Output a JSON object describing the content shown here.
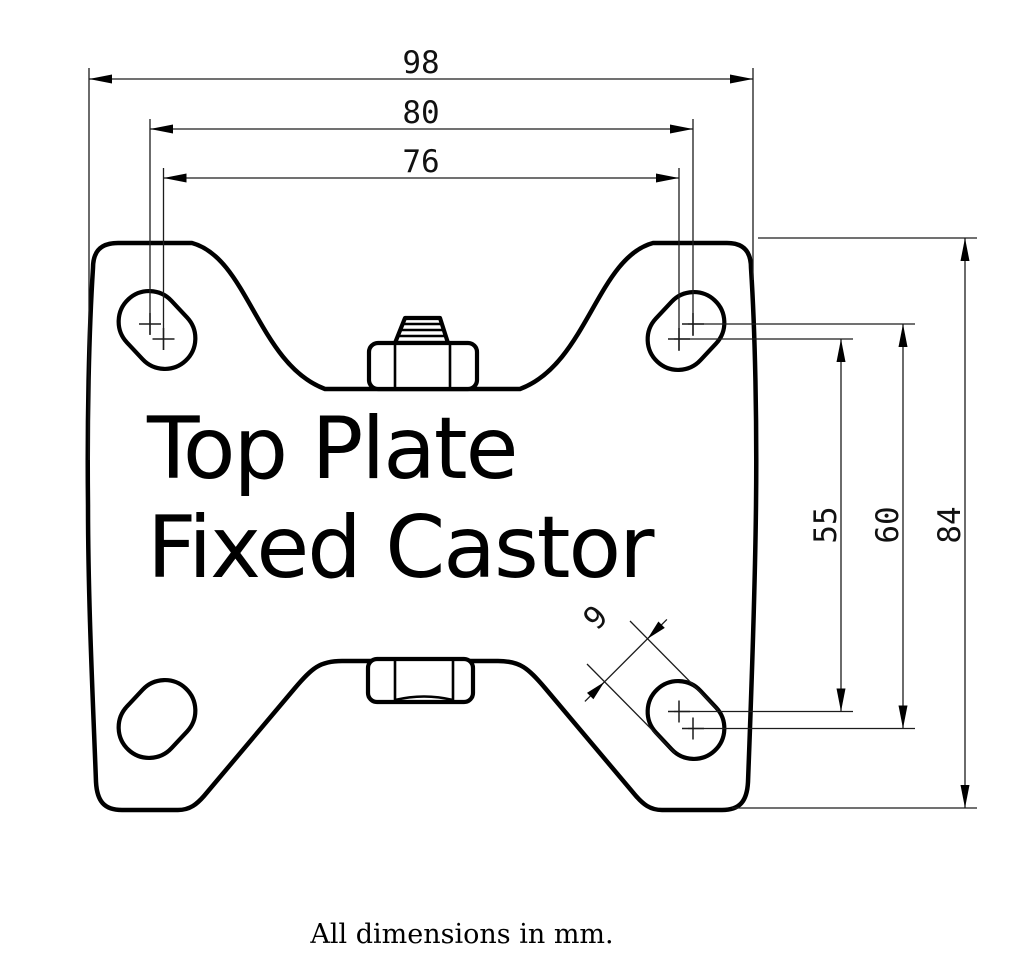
{
  "drawing": {
    "title": {
      "line1": "Top Plate",
      "line2": "Fixed Castor"
    },
    "caption": "All dimensions in mm.",
    "units": "mm",
    "colors": {
      "ink": "#000000",
      "background": "#ffffff",
      "dim_ink": "#111111"
    },
    "dimensions": {
      "overall_width": "98",
      "overall_height": "84",
      "bolt_pattern_wide": {
        "width": "80",
        "height": "60"
      },
      "bolt_pattern_narrow": {
        "width": "76",
        "height": "55"
      },
      "slot_width": "9"
    }
  }
}
